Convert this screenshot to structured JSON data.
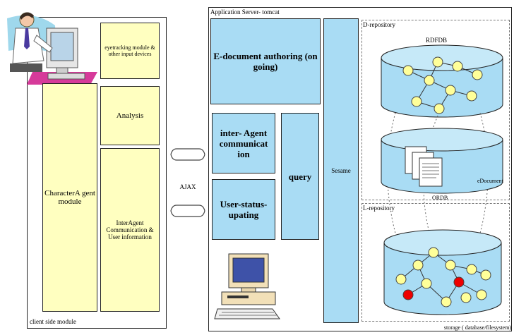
{
  "client": {
    "eyetracking": "eyetracking module & other input devices",
    "analysis": "Analysis",
    "character_agent": "CharacterA gent module",
    "inter_agent_comm": "InterAgent Communication & User information",
    "footer": "client side module"
  },
  "link": {
    "ajax": "AJAX"
  },
  "server": {
    "title": "Application Server- tomcat",
    "edoc_authoring": "E-document authoring (on going)",
    "inter_agent": "inter- Agent communicat ion",
    "user_status": "User-status- upating",
    "query": "query",
    "sesame": "Sesame"
  },
  "repository": {
    "d_repository": "D-repository",
    "rdfdb": "RDFDB",
    "edocument": "eDocument",
    "ordb": "ORDB",
    "l_repository": "L-repository",
    "storage": "storage ( database/filesystem)"
  },
  "colors": {
    "yellow": "#ffffc0",
    "blue": "#a9dcf4",
    "node": "#ffff99",
    "red_node": "#ee0000"
  },
  "icons": [
    "user-at-computer-icon",
    "desktop-computer-icon",
    "document-stack-icon"
  ]
}
